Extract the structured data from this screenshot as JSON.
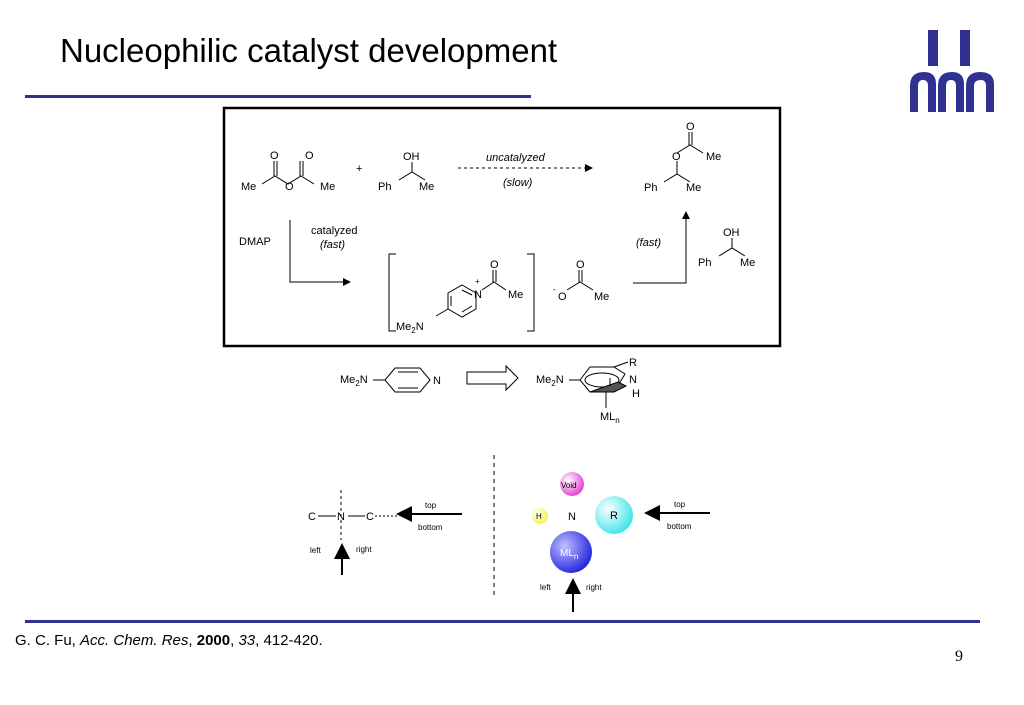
{
  "title": "Nucleophilic catalyst development",
  "citation": {
    "authors": "G. C. Fu, ",
    "journal": "Acc. Chem. Res",
    "sep1": ", ",
    "year": "2000",
    "sep2": ", ",
    "volume": "33",
    "pages": ", 412-420."
  },
  "page_number": "9",
  "scheme": {
    "anhydride": {
      "o1": "O",
      "o2": "O",
      "me_left": "Me",
      "o_bridge": "O",
      "me_right": "Me"
    },
    "plus": "+",
    "alcohol_top": {
      "oh": "OH",
      "ph": "Ph",
      "me": "Me"
    },
    "uncatalyzed": "uncatalyzed",
    "slow": "(slow)",
    "ester": {
      "o_carbonyl": "O",
      "me_top": "Me",
      "o_ester": "O",
      "ph": "Ph",
      "me": "Me"
    },
    "dmap": "DMAP",
    "catalyzed": "catalyzed",
    "fast_left": "(fast)",
    "pyridinium": {
      "plus": "+",
      "n": "N",
      "o": "O",
      "me": "Me",
      "nme2": "Me",
      "nme2_sub": "2",
      "nme2_n": "N"
    },
    "acetate": {
      "minus": "-",
      "o_top": "O",
      "o_minus": "O",
      "me": "Me"
    },
    "fast_right": "(fast)",
    "alcohol_right": {
      "oh": "OH",
      "ph": "Ph",
      "me": "Me"
    }
  },
  "dmap_row": {
    "me2n_left": "Me",
    "sub_left": "2",
    "n_left": "N",
    "ring_n": "N",
    "me2n_right": "Me",
    "sub_right": "2",
    "n_right": "N",
    "r": "R",
    "n": "N",
    "h": "H",
    "mln": "ML",
    "mln_sub": "n"
  },
  "model_left": {
    "c_left": "C",
    "n": "N",
    "c_right": "C",
    "top": "top",
    "bottom": "bottom",
    "left": "left",
    "right": "right"
  },
  "model_right": {
    "void": "Void",
    "h": "H",
    "n": "N",
    "r": "R",
    "mln": "ML",
    "mln_sub": "n",
    "top": "top",
    "bottom": "bottom",
    "left": "left",
    "right": "right",
    "colors": {
      "void": "#e040d0",
      "h": "#f5f240",
      "r": "#3ee4e8",
      "mln": "#2222dd"
    }
  },
  "colors": {
    "accent_rule": "#2e3192"
  }
}
